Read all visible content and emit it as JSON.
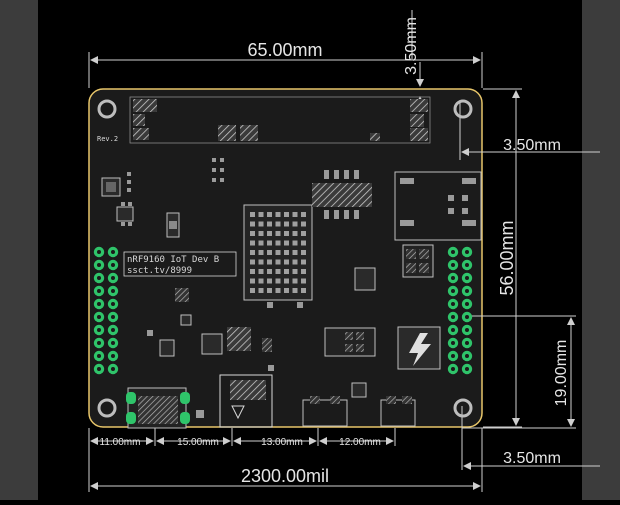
{
  "board": {
    "rev_label": "Rev.2",
    "title_line1": "nRF9160 IoT Dev B",
    "title_line2": "ssct.tv/8999"
  },
  "dimensions": {
    "top_width": "65.00mm",
    "top_offset_vertical": "3.50mm",
    "right_top_offset": "3.50mm",
    "right_height": "56.00mm",
    "right_lower": "19.00mm",
    "right_bottom_offset": "3.50mm",
    "bottom_seg_1": "11.00mm",
    "bottom_seg_2": "15.00mm",
    "bottom_seg_3": "13.00mm",
    "bottom_seg_4": "12.00mm",
    "bottom_total": "2300.00mil"
  },
  "colors": {
    "background": "#000000",
    "board_bg": "#1b1b1b",
    "outline": "#e8c66a",
    "dim_line": "#cfcfcf",
    "pad_green": "#2fc46a",
    "pad_gray": "#8a8a8a",
    "silk": "#d8d8d8"
  },
  "icons": {
    "lightning": "lightning-bolt-icon"
  }
}
